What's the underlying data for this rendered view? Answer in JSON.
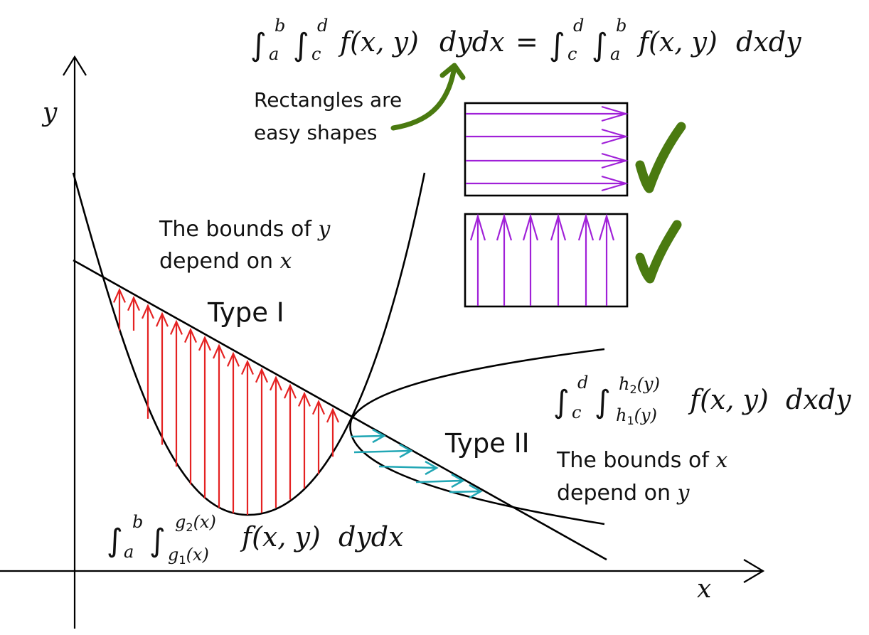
{
  "labels": {
    "y_axis": "y",
    "x_axis": "x",
    "type1": "Type I",
    "type2": "Type II",
    "y_bounds_line1": "The bounds of ",
    "y_bounds_var": "y",
    "y_bounds_line2": "depend on ",
    "y_bounds_dep": "x",
    "x_bounds_line1": "The bounds of ",
    "x_bounds_var": "x",
    "x_bounds_line2": "depend on ",
    "x_bounds_dep": "y",
    "rect_note_line1": "Rectangles are",
    "rect_note_line2": "easy shapes"
  },
  "formulas": {
    "top_lhs": "∫ᵃᵇ ∫ᶜᵈ f(x, y)dydx",
    "top_a": "a",
    "top_b": "b",
    "top_c": "c",
    "top_d": "d",
    "integrand": "f(x, y)",
    "dydx": "dydx",
    "dxdy": "dxdy",
    "equals": "=",
    "type1_lower": "a",
    "type1_upper": "b",
    "type1_g1": "g",
    "type1_g1_sub": "1",
    "type1_g1_arg": "(x)",
    "type1_g2": "g",
    "type1_g2_sub": "2",
    "type1_g2_arg": "(x)",
    "type2_lower": "c",
    "type2_upper": "d",
    "type2_h1": "h",
    "type2_h1_sub": "1",
    "type2_h1_arg": "(y)",
    "type2_h2": "h",
    "type2_h2_sub": "2",
    "type2_h2_arg": "(y)",
    "integral_sign": "∫"
  },
  "colors": {
    "type1_arrows": "#e52222",
    "type2_arrows": "#22a7b5",
    "rect_arrows": "#a020d8",
    "note_arrow": "#4a7a10",
    "checkmark": "#4a7a10"
  },
  "icons": {
    "checkmark_1": "checkmark-icon",
    "checkmark_2": "checkmark-icon"
  }
}
